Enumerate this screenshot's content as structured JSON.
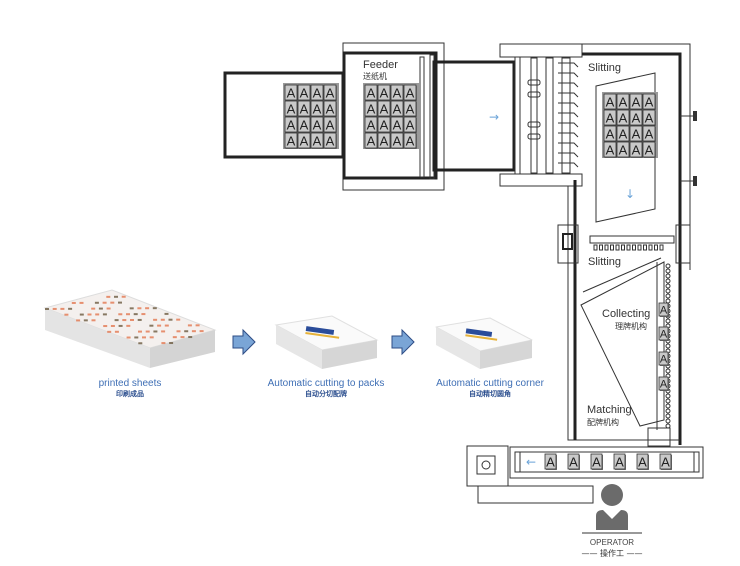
{
  "machine": {
    "feeder": {
      "label": "Feeder",
      "label_cn": "送纸机"
    },
    "slitting_1": {
      "label": "Slitting"
    },
    "slitting_2": {
      "label": "Slitting"
    },
    "collecting": {
      "label": "Collecting",
      "label_cn": "理牌机构"
    },
    "matching": {
      "label": "Matching",
      "label_cn": "配牌机构"
    },
    "card_letter": "A",
    "arrow_right": "→",
    "arrow_down": "↓",
    "arrow_left": "←"
  },
  "process": [
    {
      "label": "printed sheets",
      "label_cn": "印刷成品"
    },
    {
      "label": "Automatic cutting to packs",
      "label_cn": "自动分切配牌"
    },
    {
      "label": "Automatic cutting corner",
      "label_cn": "自动精切圆角"
    }
  ],
  "operator": {
    "label": "OPERATOR",
    "label_cn": "—— 操作工 ——"
  },
  "colors": {
    "accent_blue": "#6f9fd4",
    "label_blue": "#3f6fb5",
    "card_gray": "#c9c9c9",
    "operator_gray": "#6b6b6b"
  }
}
